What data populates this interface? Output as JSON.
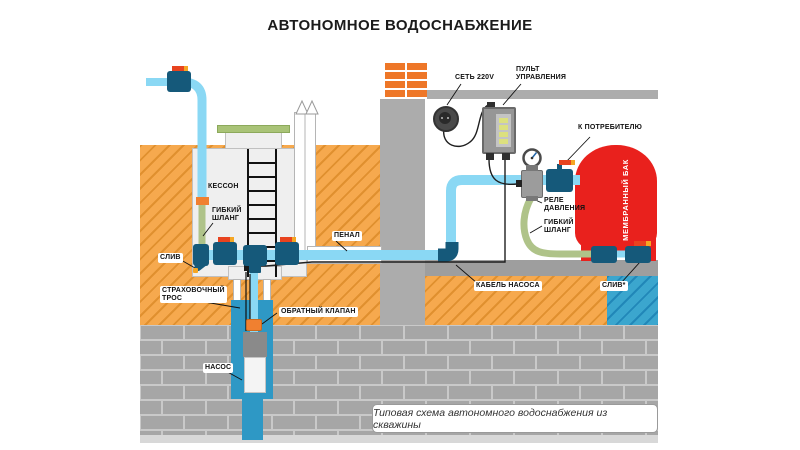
{
  "title": "АВТОНОМНОЕ ВОДОСНАБЖЕНИЕ",
  "caption": "Типовая схема автономного водоснабжения из скважины",
  "labels": {
    "kesson": "КЕССОН",
    "flexible_hose_left": "ГИБКИЙ\nШЛАНГ",
    "drain_left": "СЛИВ",
    "safety_rope": "СТРАХОВОЧНЫЙ\nТРОС",
    "check_valve": "ОБРАТНЫЙ КЛАПАН",
    "pump": "НАСОС",
    "penal": "ПЕНАЛ",
    "power": "СЕТЬ 220V",
    "control_panel": "ПУЛЬТ\nУПРАВЛЕНИЯ",
    "to_consumer": "К ПОТРЕБИТЕЛЮ",
    "pressure_switch": "РЕЛЕ\nДАВЛЕНИЯ",
    "flexible_hose_right": "ГИБКИЙ\nШЛАНГ",
    "membrane_tank": "МЕМБРАННЫЙ БАК",
    "pump_cable": "КАБЕЛЬ НАСОСА",
    "drain_right": "СЛИВ*"
  },
  "colors": {
    "soil": "#F6A94E",
    "soilHatch": "#E0902F",
    "drain": "#3BA6CE",
    "drainHatch": "#2187B8",
    "pipe": "#8AD8F4",
    "fitting": "#15597A",
    "handle": "#E8431F",
    "handleTip": "#F5A623",
    "hose": "#AFC389",
    "tank": "#E9211D",
    "well": "#2E98C5",
    "brick": "#A6A6A6",
    "mortar": "#C9C9C9",
    "chimney": "#EE7728",
    "lid": "#A9C377",
    "wall": "#ACACAC",
    "floor": "#9E9E9E",
    "caisson": "#EFEFEF",
    "panel": "#969696",
    "slab": "#D8D8D8"
  }
}
